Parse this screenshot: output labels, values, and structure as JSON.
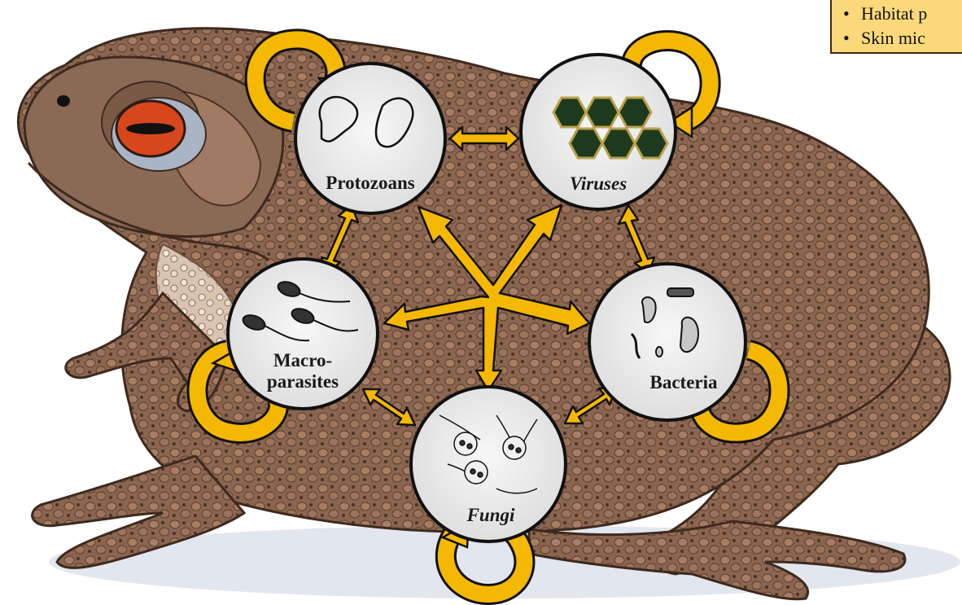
{
  "legend": {
    "items": [
      "Habitat p",
      "Skin mic"
    ]
  },
  "nodes": {
    "protozoans": {
      "label": "Protozoans"
    },
    "viruses": {
      "label": "Viruses"
    },
    "macroparasites": {
      "label_line1": "Macro-",
      "label_line2": "parasites"
    },
    "bacteria": {
      "label": "Bacteria"
    },
    "fungi": {
      "label": "Fungi"
    }
  },
  "colors": {
    "arrow": "#f5b800",
    "arrow_outline": "#111111",
    "toad_body": "#7a5a45",
    "toad_dark": "#5a3e2e",
    "toad_light": "#c9a68a",
    "circle_fill": "#eeeeee",
    "legend_bg": "#fbd97a"
  }
}
